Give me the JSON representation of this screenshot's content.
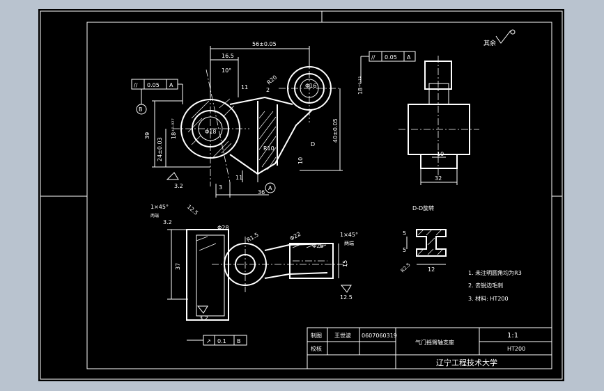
{
  "colors": {
    "window_bg": "#b9c3cf",
    "sheet": "#000000",
    "line": "#ffffff"
  },
  "roughness_note": "其余",
  "dims": {
    "center_distance": "56±0.05",
    "d_16_5": "16.5",
    "angle_10": "10°",
    "r20": "R20",
    "d11_top": "11",
    "d2": "2",
    "phi16": "Φ16",
    "bore_dim": "18⁺⁰·⁰²⁷",
    "hole_small": "Φ18",
    "right_height": "18⁺⁰·¹¹",
    "d39": "39",
    "d24": "24±0.03",
    "d40": "40±0.05",
    "r10": "R10",
    "d10": "10",
    "d11_bot": "11",
    "d3": "3",
    "d36": "36",
    "rough_32": "3.2",
    "sec_d": "D",
    "chamfer_left": "1×45°",
    "both_ends_left": "两端",
    "rough_125_a": "12.5",
    "rough_32_b": "3.2",
    "phi28": "Φ28",
    "r1_5": "R1.5",
    "phi22": "Φ22",
    "phi26": "Φ26",
    "chamfer_right": "1×45°",
    "both_ends_right": "两端",
    "d37": "37",
    "d15": "15",
    "rough_125_b": "12.5",
    "rough_32_c": "3.2",
    "side_10": "10",
    "side_32": "32",
    "dd_title": "D-D旋转",
    "dd_5a": "5",
    "dd_5b": "5",
    "dd_12": "12",
    "dd_r25": "R2.5"
  },
  "tolerances": {
    "left": {
      "symbol": "//",
      "value": "0.05",
      "datum": "A"
    },
    "right": {
      "symbol": "//",
      "value": "0.05",
      "datum": "A"
    },
    "bottom": {
      "symbol": "↗",
      "value": "0.1",
      "datum": "B"
    }
  },
  "datums": {
    "a": "A",
    "b": "B"
  },
  "notes": [
    "1. 未注明圆角均为R3",
    "2. 去锐边毛刺",
    "3. 材料: HT200"
  ],
  "title_block": {
    "label_drawn": "制图",
    "drawer": "王世波",
    "student_id": "0607060319",
    "label_check": "校核",
    "part_name": "气门摇臂轴支座",
    "scale": "1:1",
    "material": "HT200",
    "school": "辽宁工程技术大学"
  }
}
